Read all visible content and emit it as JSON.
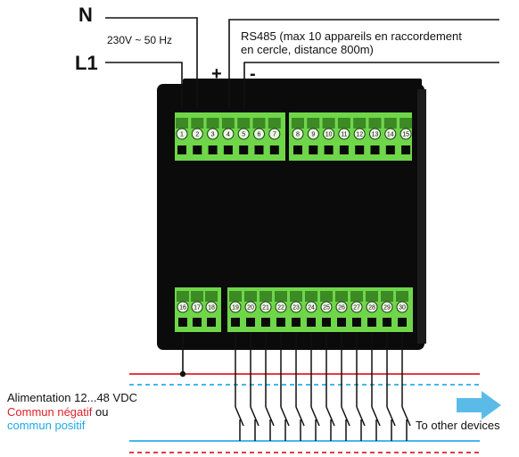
{
  "labels": {
    "neutral": "N",
    "line": "L1",
    "voltage": "230V ~ 50 Hz",
    "rs485_line1": "RS485 (max 10 appareils en raccordement",
    "rs485_line2": "en cercle, distance 800m)",
    "plus": "+",
    "minus": "-",
    "supply": "Alimentation 12...48 VDC",
    "common_negative": "Commun négatif",
    "common_or": " ou",
    "common_positive": "commun positif",
    "to_other_devices": "To other devices"
  },
  "terminals": {
    "top_left": [
      "1",
      "2",
      "3",
      "4",
      "5",
      "6",
      "7"
    ],
    "top_right": [
      "8",
      "9",
      "10",
      "11",
      "12",
      "13",
      "14",
      "15"
    ],
    "bottom_left": [
      "16",
      "17",
      "18"
    ],
    "bottom_right": [
      "19",
      "20",
      "21",
      "22",
      "23",
      "24",
      "25",
      "26",
      "27",
      "28",
      "29",
      "30"
    ]
  },
  "colors": {
    "device_body": "#0b0b0b",
    "terminal_green": "#6fd64a",
    "negative_line": "#e0202a",
    "positive_line": "#2aaee8",
    "arrow": "#5bbbe8",
    "wire": "#111111"
  }
}
